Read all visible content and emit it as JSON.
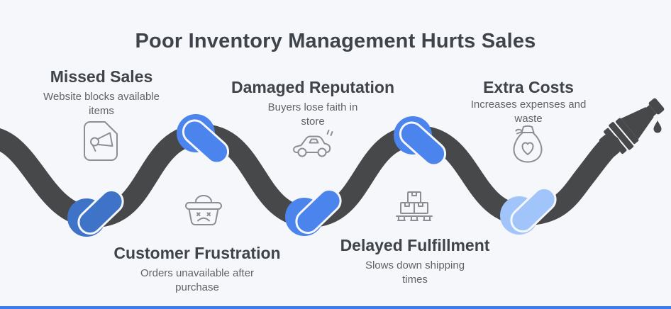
{
  "title": "Poor Inventory Management Hurts Sales",
  "sections": [
    {
      "id": "missed-sales",
      "heading": "Missed Sales",
      "description": "Website blocks available items",
      "icon": "document-megaphone-icon",
      "label_position": "top"
    },
    {
      "id": "damaged-reputation",
      "heading": "Damaged Reputation",
      "description": "Buyers lose faith in store",
      "icon": "broken-car-icon",
      "label_position": "top"
    },
    {
      "id": "extra-costs",
      "heading": "Extra Costs",
      "description": "Increases expenses and waste",
      "icon": "money-bag-heart-icon",
      "label_position": "top"
    },
    {
      "id": "customer-frustration",
      "heading": "Customer Frustration",
      "description": "Orders unavailable after purchase",
      "icon": "sad-basket-icon",
      "label_position": "bottom"
    },
    {
      "id": "delayed-fulfillment",
      "heading": "Delayed Fulfillment",
      "description": "Slows down shipping times",
      "icon": "boxes-pallet-icon",
      "label_position": "bottom"
    }
  ],
  "graphic": {
    "metaphor": "kinked hose with knots and dripping nozzle",
    "knot_count": 5
  },
  "colors": {
    "background": "#f5f7fb",
    "hose": "#46484a",
    "knot_medium_blue": "#3e73c7",
    "knot_bright_blue": "#4c84ee",
    "knot_light_blue": "#a1c5fa",
    "heading_text": "#3f434a",
    "body_text": "#5f6368",
    "icon_stroke": "#8b8f95",
    "accent_bar": "#3b7df0"
  }
}
